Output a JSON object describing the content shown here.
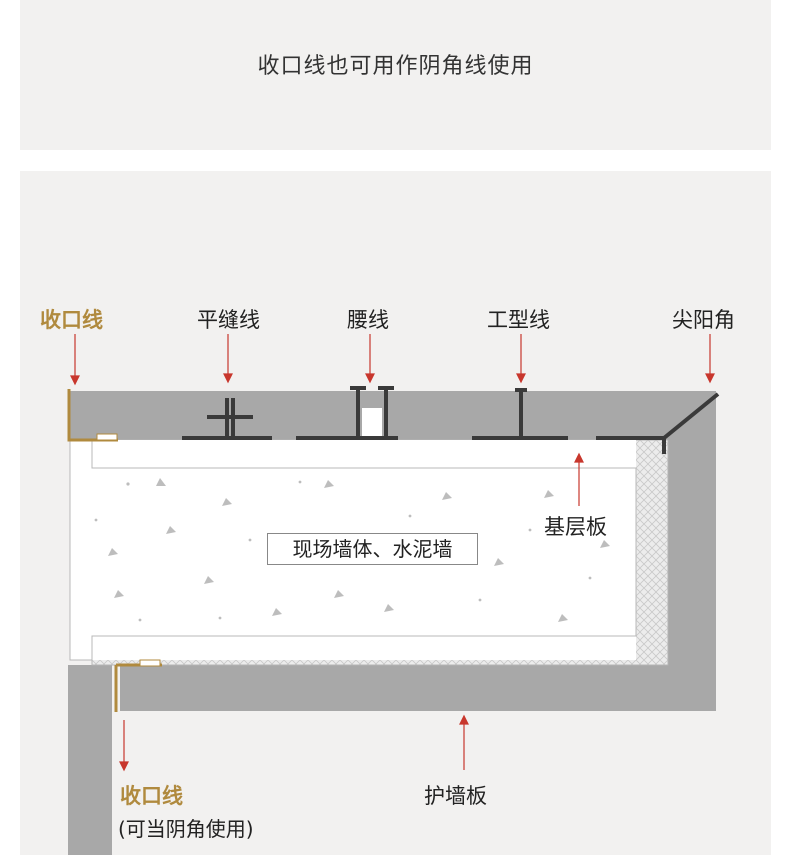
{
  "header": {
    "title": "收口线也可用作阴角线使用"
  },
  "labels": {
    "trim_top": "收口线",
    "flat_seam": "平缝线",
    "waist_line": "腰线",
    "i_line": "工型线",
    "outer_corner": "尖阳角",
    "base_board": "基层板",
    "wall": "现场墙体、水泥墙",
    "trim_bottom": "收口线",
    "trim_bottom_note": "(可当阴角使用)",
    "panel": "护墙板"
  },
  "colors": {
    "background": "#f2f1f0",
    "panel_gray": "#a8a8a8",
    "gold": "#b08a3e",
    "arrow_red": "#c8372d",
    "profile_dark": "#3a3a3a",
    "wall_white": "#ffffff",
    "hatch": "#cfcfcf"
  },
  "icons": {
    "arrow": "down-arrow-icon",
    "arrow_up": "up-arrow-icon"
  }
}
